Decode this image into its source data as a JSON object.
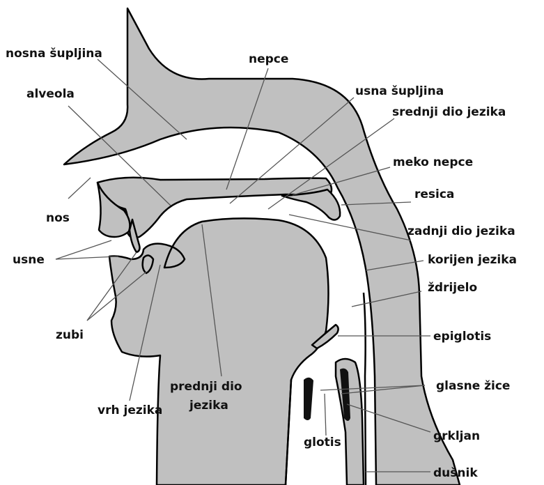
{
  "labels": {
    "nosna_supljina": "nosna šupljina",
    "nepce": "nepce",
    "alveola": "alveola",
    "usna_supljina": "usna šupljina",
    "srednji_dio_jezika": "srednji dio jezika",
    "meko_nepce": "meko nepce",
    "nos": "nos",
    "resica": "resica",
    "zadnji_dio_jezika": "zadnji dio jezika",
    "usne": "usne",
    "korijen_jezika": "korijen jezika",
    "zdrijelo": "ždrijelo",
    "zubi": "zubi",
    "epiglotis": "epiglotis",
    "prednji_dio_jezika_1": "prednji dio",
    "prednji_dio_jezika_2": "jezika",
    "glasne_zice": "glasne žice",
    "vrh_jezika": "vrh jezika",
    "grkljan": "grkljan",
    "glotis": "glotis",
    "dusnik": "dušnik"
  },
  "colors": {
    "tissue": "#c0c0c0",
    "outline": "#000000",
    "leader": "#555555",
    "text": "#111111"
  }
}
